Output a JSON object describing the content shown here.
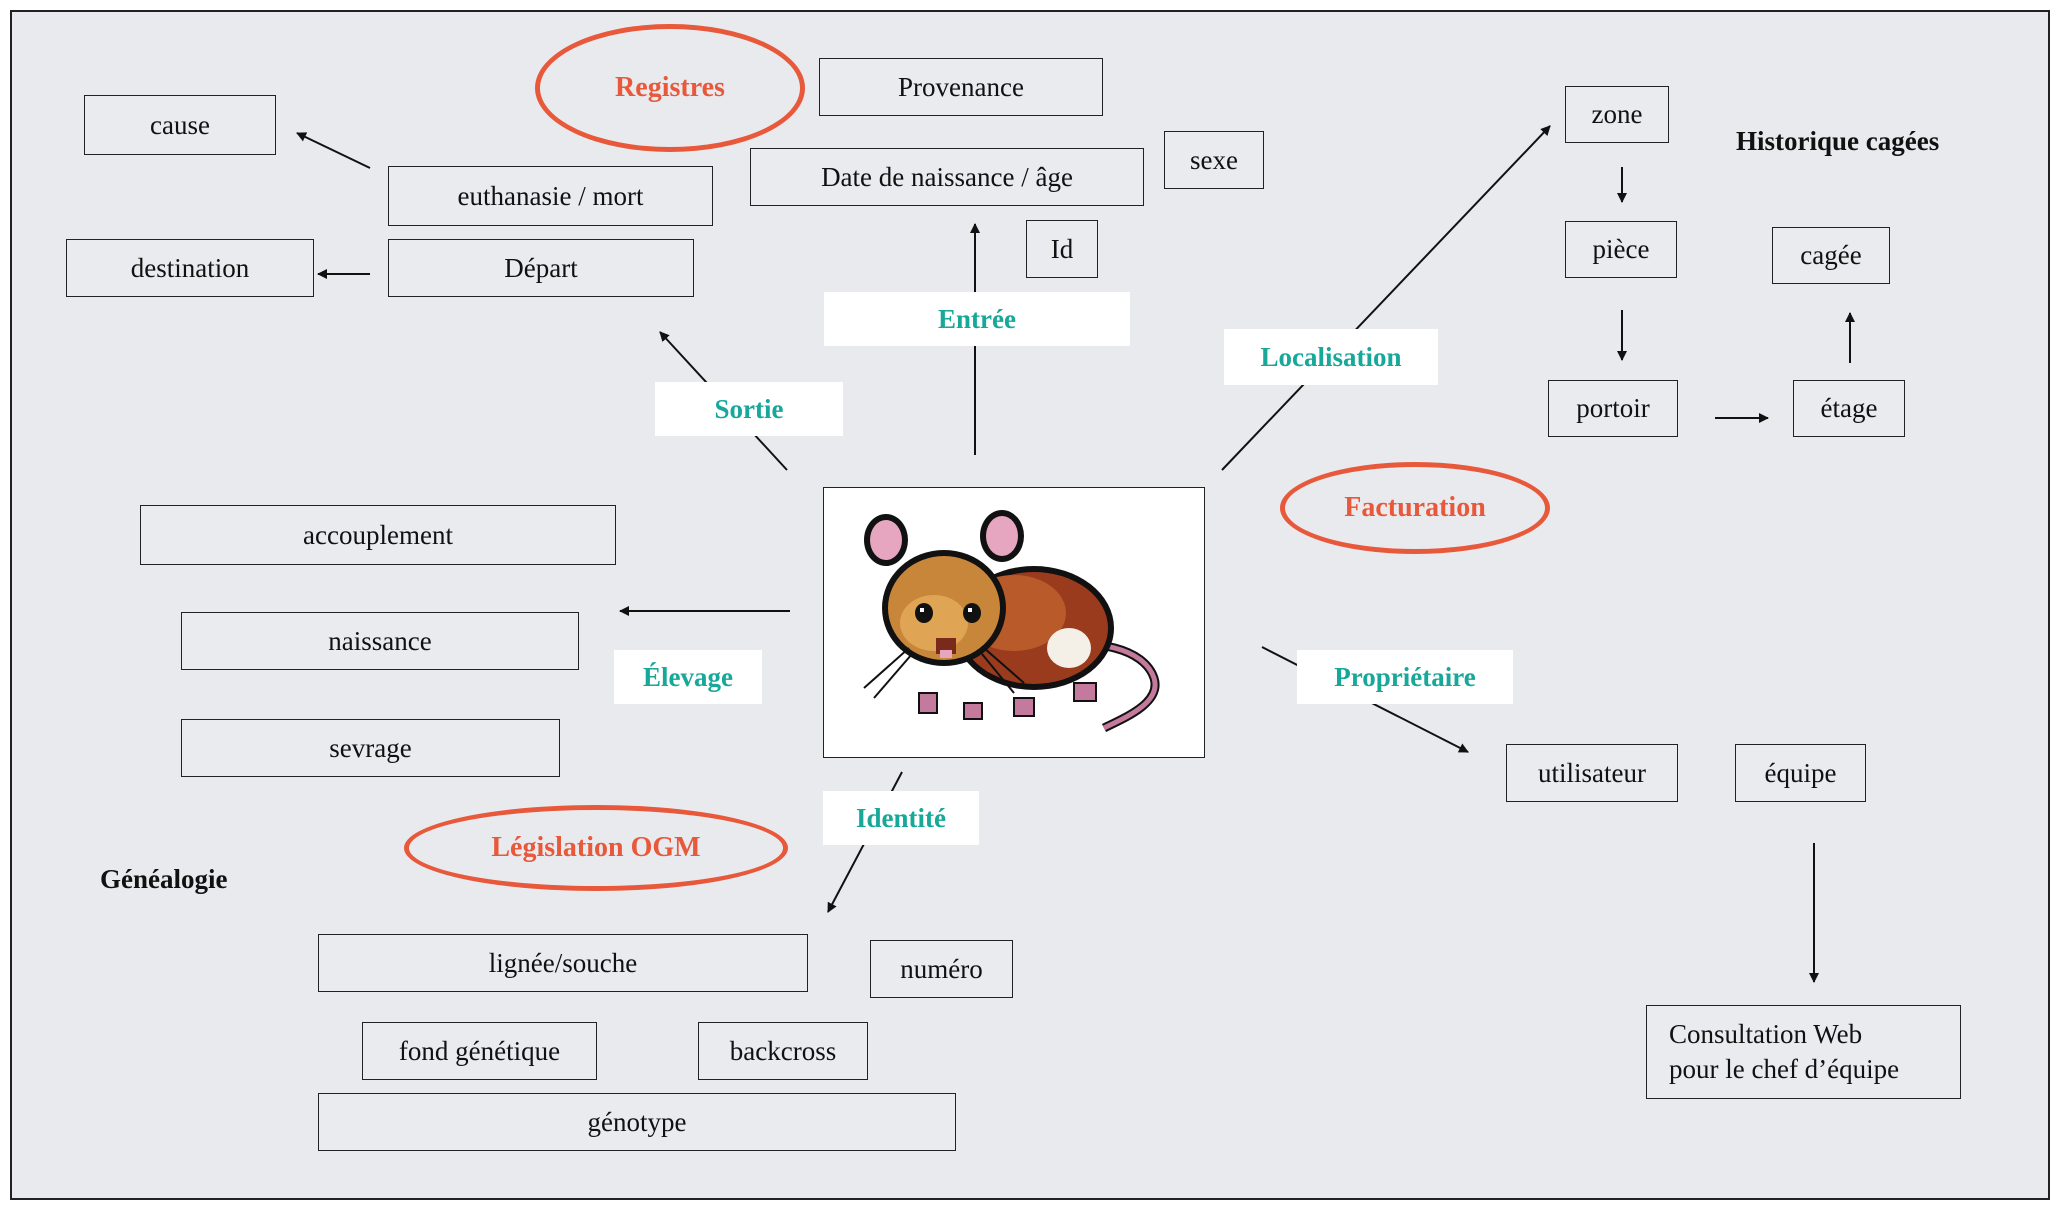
{
  "ovals": {
    "registres": "Registres",
    "facturation": "Facturation",
    "legislation": "Législation OGM"
  },
  "labels": {
    "entree": "Entrée",
    "sortie": "Sortie",
    "localisation": "Localisation",
    "elevage": "Élevage",
    "proprietaire": "Propriétaire",
    "identite": "Identité"
  },
  "headings": {
    "historique": "Historique cagées",
    "genealogie": "Généalogie"
  },
  "boxes": {
    "cause": "cause",
    "euthanasie": "euthanasie / mort",
    "destination": "destination",
    "depart": "Départ",
    "provenance": "Provenance",
    "date_naissance": "Date de naissance / âge",
    "sexe": "sexe",
    "id": "Id",
    "zone": "zone",
    "piece": "pièce",
    "portoir": "portoir",
    "etage": "étage",
    "cagee": "cagée",
    "accouplement": "accouplement",
    "naissance": "naissance",
    "sevrage": "sevrage",
    "utilisateur": "utilisateur",
    "equipe": "équipe",
    "lignee": "lignée/souche",
    "numero": "numéro",
    "fond": "fond génétique",
    "backcross": "backcross",
    "genotype": "génotype",
    "consultation_line1": "Consultation Web",
    "consultation_line2": "pour le chef d’équipe"
  },
  "colors": {
    "accent_teal": "#17a89a",
    "accent_orange": "#e8583a",
    "background": "#e9eaee"
  }
}
